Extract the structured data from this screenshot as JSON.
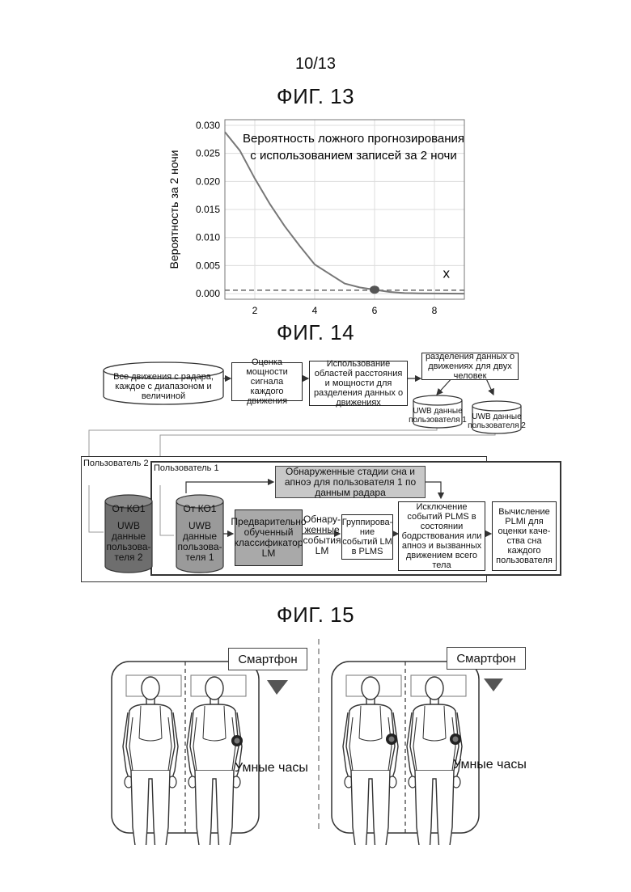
{
  "page_number": "10/13",
  "fig13": {
    "title": "ФИГ. 13",
    "chart_data": {
      "type": "line",
      "title": "Вероятность ложного прогнозирования с использованием записей за 2 ночи",
      "title_lines": [
        "Вероятность ложного прогнозирования",
        "с использованием записей за 2 ночи"
      ],
      "xlabel": "",
      "ylabel": "Вероятность за 2 ночи",
      "xlim": [
        1,
        9
      ],
      "ylim": [
        -0.001,
        0.031
      ],
      "x_ticks": [
        "2",
        "4",
        "6",
        "8"
      ],
      "y_ticks": [
        "0.000",
        "0.005",
        "0.010",
        "0.015",
        "0.020",
        "0.025",
        "0.030"
      ],
      "grid": true,
      "series": [
        {
          "x": [
            1,
            1.5,
            2,
            2.5,
            3,
            3.5,
            4,
            4.5,
            5,
            5.5,
            6,
            6.5,
            7,
            7.5,
            8,
            8.5,
            9
          ],
          "y": [
            0.0288,
            0.0255,
            0.0205,
            0.016,
            0.012,
            0.0085,
            0.0052,
            0.0035,
            0.0018,
            0.0011,
            0.0007,
            0.0003,
            0.0001,
            5e-05,
            2e-05,
            1e-05,
            0.0
          ]
        }
      ],
      "threshold_y": 0.0006,
      "marker_point": [
        6,
        0.0007
      ],
      "annotation": "x"
    }
  },
  "fig14": {
    "title": "ФИГ. 14",
    "source_cyl": "Все движения с радара, каждое с диапазоном и величиной",
    "box_power": "Оценка мощности сигнала каждого движения",
    "box_regions": "Использование областей расстояния и мощности для разделения данных о движениях",
    "box_separate": "разделения данных о движениях для двух человек",
    "cyl_user1_out": "UWB данные пользователя 1",
    "cyl_user2_out": "UWB данные пользователя 2",
    "panel_user2": "Пользователь 2",
    "panel_user1": "Пользователь 1",
    "detected_stages": "Обнаруженные стадии сна и апноэ для пользователя 1 по данным радара",
    "cyl_u2_top": "От КО1",
    "cyl_u2_body": "UWB данные пользова- теля 2",
    "cyl_u1_top": "От КО1",
    "cyl_u1_body": "UWB данные пользова- теля 1",
    "box_classifier": "Предварительно обученный классификатор LM",
    "detected_lm": "Обнару- женные события LM",
    "box_grouping": "Группирова- ние событий LM в PLMS",
    "box_exclusion": "Исключение событий PLMS в состоянии бодрствования или апноэ и вызванных движением всего тела",
    "box_plmi": "Вычисление PLMI для оценки каче- ства сна каждого пользователя"
  },
  "fig15": {
    "title": "ФИГ. 15",
    "left_phone": "Смартфон",
    "right_phone": "Смартфон",
    "left_watch": "Умные часы",
    "right_watch": "Умные часы"
  }
}
